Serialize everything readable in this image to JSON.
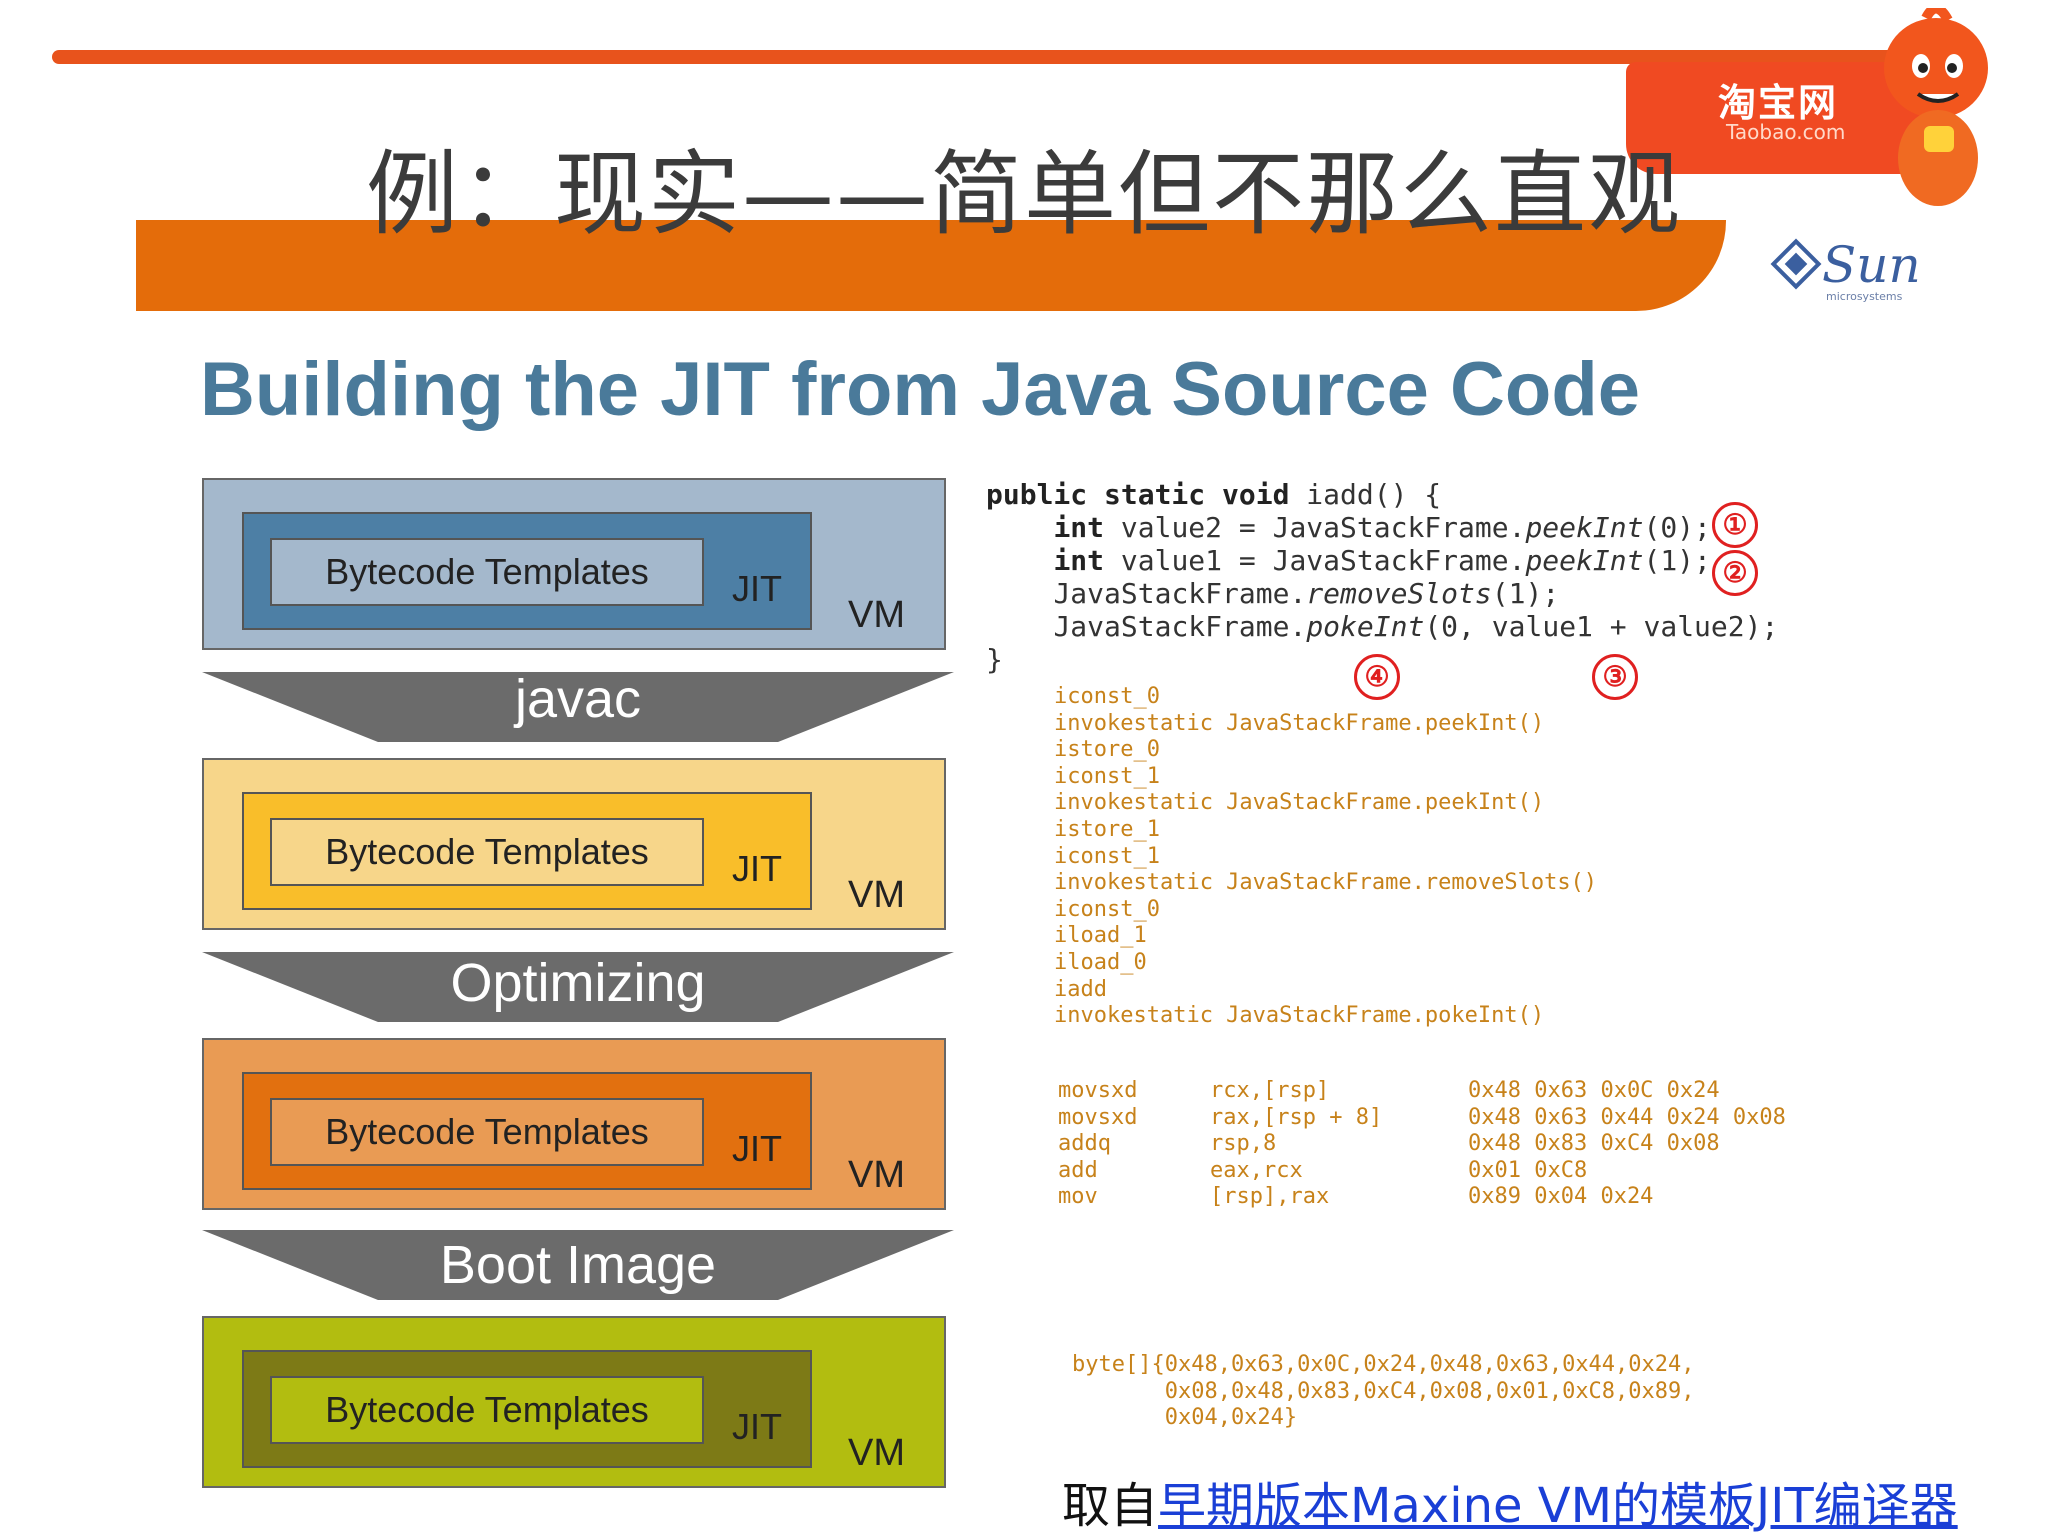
{
  "header": {
    "title": "例：现实——简单但不那么直观",
    "taobao_cn": "淘宝网",
    "taobao_en": "Taobao.com",
    "sun_word": "Sun",
    "sun_sub": "microsystems"
  },
  "slide": {
    "subtitle": "Building the JIT from Java Source Code"
  },
  "diagram": {
    "stages": [
      {
        "bytecode": "Bytecode Templates",
        "jit": "JIT",
        "vm": "VM",
        "outer": "#a4b8cc",
        "mid": "#4d7fa5",
        "inner": "#a4b8cc"
      },
      {
        "bytecode": "Bytecode Templates",
        "jit": "JIT",
        "vm": "VM",
        "outer": "#f7d68a",
        "mid": "#f9be2a",
        "inner": "#f7d68a"
      },
      {
        "bytecode": "Bytecode Templates",
        "jit": "JIT",
        "vm": "VM",
        "outer": "#e99b54",
        "mid": "#e2700f",
        "inner": "#e99b54"
      },
      {
        "bytecode": "Bytecode Templates",
        "jit": "JIT",
        "vm": "VM",
        "outer": "#b2bd10",
        "mid": "#7d7a16",
        "inner": "#b2bd10"
      }
    ],
    "arrows": [
      "javac",
      "Optimizing",
      "Boot Image"
    ]
  },
  "code": {
    "java": {
      "l1_kw": "public static void",
      "l1_rest": " iadd() {",
      "l2_kw": "int",
      "l2_a": " value2 = JavaStackFrame.",
      "l2_it": "peekInt",
      "l2_b": "(0);",
      "l3_kw": "int",
      "l3_a": " value1 = JavaStackFrame.",
      "l3_it": "peekInt",
      "l3_b": "(1);",
      "l4_a": "JavaStackFrame.",
      "l4_it": "removeSlots",
      "l4_b": "(1);",
      "l5_a": "JavaStackFrame.",
      "l5_it": "pokeInt",
      "l5_b": "(0, value1 + value2);",
      "l6": "}"
    },
    "markers": [
      "①",
      "②",
      "④",
      "③"
    ],
    "bytecode": [
      "iconst_0",
      "invokestatic JavaStackFrame.peekInt()",
      "istore_0",
      "iconst_1",
      "invokestatic JavaStackFrame.peekInt()",
      "istore_1",
      "iconst_1",
      "invokestatic JavaStackFrame.removeSlots()",
      "iconst_0",
      "iload_1",
      "iload_0",
      "iadd",
      "invokestatic JavaStackFrame.pokeInt()"
    ],
    "asm": {
      "ops": [
        "movsxd",
        "movsxd",
        "addq",
        "add",
        "mov"
      ],
      "args": [
        "rcx,[rsp]",
        "rax,[rsp + 8]",
        "rsp,8",
        "eax,rcx",
        "[rsp],rax"
      ],
      "hex": [
        "0x48 0x63 0x0C 0x24",
        "0x48 0x63 0x44 0x24 0x08",
        "0x48 0x83 0xC4 0x08",
        "0x01 0xC8",
        "0x89 0x04 0x24"
      ]
    },
    "bytes": [
      "byte[]{0x48,0x63,0x0C,0x24,0x48,0x63,0x44,0x24,",
      "       0x08,0x48,0x83,0xC4,0x08,0x01,0xC8,0x89,",
      "       0x04,0x24}"
    ]
  },
  "footer": {
    "prefix": "取自",
    "link": "早期版本Maxine VM的模板JIT编译器"
  }
}
